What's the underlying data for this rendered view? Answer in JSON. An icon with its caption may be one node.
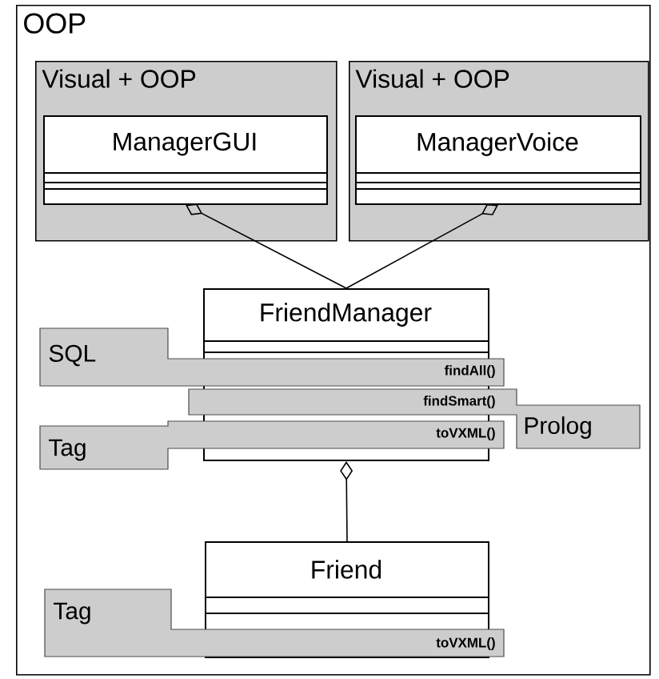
{
  "diagram": {
    "nodes": [
      {
        "text": [
          "OOP"
        ]
      },
      {
        "text": [
          "Visual + OOP"
        ],
        "in": 0
      },
      {
        "text": [
          "ManagerGUI"
        ],
        "in": 1
      },
      {
        "text": [
          "Visual + OOP"
        ],
        "in": 0
      },
      {
        "text": [
          "ManagerVoice"
        ],
        "in": 3
      },
      {
        "text": [
          "FriendManager"
        ],
        "in": 0
      },
      {
        "text": [
          "SQL",
          "findAll()"
        ],
        "in": 0
      },
      {
        "text": [
          "findSmart()",
          "Prolog"
        ],
        "in": 0
      },
      {
        "text": [
          "Tag",
          "toVXML()"
        ],
        "in": 0
      },
      {
        "text": [
          "Friend"
        ],
        "in": 0
      },
      {
        "text": [
          "Tag",
          "toVXML()"
        ],
        "in": 0
      }
    ],
    "edges": [
      {
        "from": 2,
        "to": 5,
        "arrow": "other"
      },
      {
        "from": 4,
        "to": 5,
        "arrow": "other"
      },
      {
        "from": 5,
        "to": 9,
        "arrow": "other"
      }
    ]
  }
}
